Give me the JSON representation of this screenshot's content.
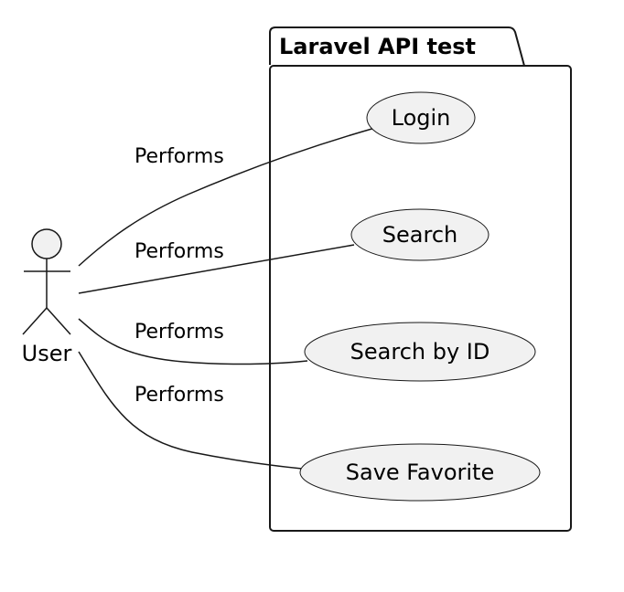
{
  "diagram": {
    "package_title": "Laravel API test",
    "actor": {
      "name": "User"
    },
    "use_cases": [
      {
        "id": "login",
        "label": "Login"
      },
      {
        "id": "search",
        "label": "Search"
      },
      {
        "id": "search_by_id",
        "label": "Search by ID"
      },
      {
        "id": "save_favorite",
        "label": "Save Favorite"
      }
    ],
    "edges": [
      {
        "from": "User",
        "to": "Login",
        "label": "Performs"
      },
      {
        "from": "User",
        "to": "Search",
        "label": "Performs"
      },
      {
        "from": "User",
        "to": "Search by ID",
        "label": "Performs"
      },
      {
        "from": "User",
        "to": "Save Favorite",
        "label": "Performs"
      }
    ],
    "colors": {
      "use_case_fill": "#f1f1f1",
      "stroke": "#181818",
      "background": "#ffffff"
    }
  }
}
